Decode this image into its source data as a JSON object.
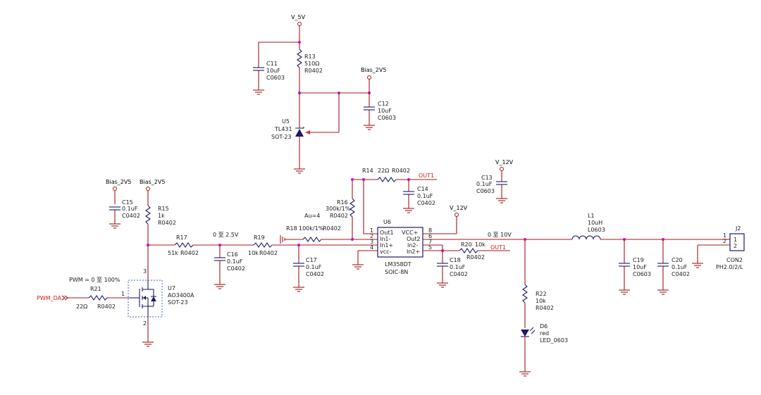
{
  "colors": {
    "wire": "#a01818",
    "body": "#1a1a66",
    "junction": "#e000e0",
    "net_label": "#cc1f1f"
  },
  "nets": {
    "v5": "V_5V",
    "bias_top": "Bias_2V5",
    "bias_left1": "Bias_2V5",
    "bias_left2": "Bias_2V5",
    "v12_top": "V_12V",
    "v12_mid": "V_12V",
    "out1_top": "OUT1",
    "out1_mid": "OUT1",
    "pwm_da": "PWM_DA"
  },
  "annotations": {
    "pwm_range": "PWM = 0 至 100%",
    "v_0_25": "0 至 2.5V",
    "v_0_10": "0 至 10V",
    "gain": "Au=4"
  },
  "components": {
    "C11": {
      "ref": "C11",
      "value": "10uF",
      "pkg": "C0603"
    },
    "R13": {
      "ref": "R13",
      "value": "510Ω",
      "pkg": "R0402"
    },
    "C12": {
      "ref": "C12",
      "value": "10uF",
      "pkg": "C0603"
    },
    "U5": {
      "ref": "U5",
      "value": "TL431",
      "pkg": "SOT-23"
    },
    "R14": {
      "ref": "R14",
      "value": "22Ω",
      "pkg": "R0402"
    },
    "C14": {
      "ref": "C14",
      "value": "0.1uF",
      "pkg": "C0402"
    },
    "C13": {
      "ref": "C13",
      "value": "0.1uF",
      "pkg": "C0603"
    },
    "R16": {
      "ref": "R16",
      "value": "300k/1%",
      "pkg": "R0402"
    },
    "C15": {
      "ref": "C15",
      "value": "0.1uF",
      "pkg": "C0402"
    },
    "R15": {
      "ref": "R15",
      "value": "1k",
      "pkg": "R0402"
    },
    "R17": {
      "ref": "R17",
      "value": "51k",
      "pkg": "R0402"
    },
    "C16": {
      "ref": "C16",
      "value": "0.1uF",
      "pkg": "C0402"
    },
    "R19": {
      "ref": "R19",
      "value": "10k",
      "pkg": "R0402"
    },
    "R18": {
      "ref": "R18",
      "value": "100k/1%",
      "pkg": "R0402"
    },
    "C17": {
      "ref": "C17",
      "value": "0.1uF",
      "pkg": "C0402"
    },
    "U6": {
      "ref": "U6",
      "value": "LM358DT",
      "pkg": "SOIC-8N"
    },
    "C18": {
      "ref": "C18",
      "value": "0.1uF",
      "pkg": "C0402"
    },
    "R20": {
      "ref": "R20",
      "value": "10k",
      "pkg": "R0402"
    },
    "L1": {
      "ref": "L1",
      "value": "10uH",
      "pkg": "L0603"
    },
    "C19": {
      "ref": "C19",
      "value": "10uF",
      "pkg": "C0603"
    },
    "C20": {
      "ref": "C20",
      "value": "0.1uF",
      "pkg": "C0402"
    },
    "J2": {
      "ref": "J2",
      "value": "CON2",
      "pkg": "PH2.0/2/L"
    },
    "R22": {
      "ref": "R22",
      "value": "10k",
      "pkg": "R0402"
    },
    "D6": {
      "ref": "D6",
      "value": "red",
      "pkg": "LED_0603"
    },
    "R21": {
      "ref": "R21",
      "value": "22Ω",
      "pkg": "R0402"
    },
    "U7": {
      "ref": "U7",
      "value": "AO3400A",
      "pkg": "SOT-23"
    }
  },
  "u6_pins": {
    "left_names": [
      "Out1",
      "In1-",
      "In1+",
      "vcc-"
    ],
    "left_nums": [
      "1",
      "2",
      "3",
      "4"
    ],
    "right_names": [
      "VCC+",
      "Out2",
      "In2-",
      "In2+"
    ],
    "right_nums": [
      "8",
      "6",
      "7",
      "5"
    ]
  },
  "u7_pins": {
    "gate": "1",
    "drain": "3",
    "source": "2"
  },
  "j2_pins": [
    "1",
    "2"
  ]
}
